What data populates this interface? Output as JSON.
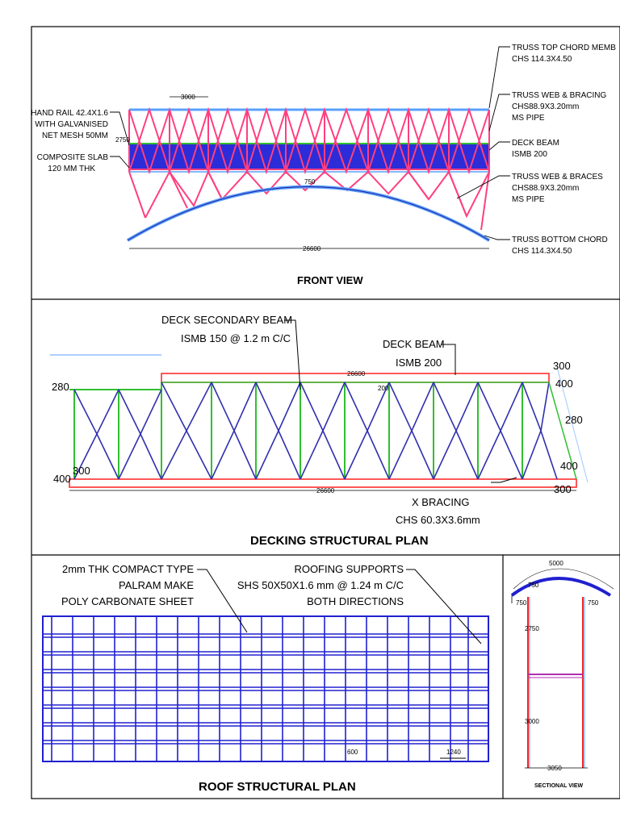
{
  "front_view": {
    "title": "FRONT VIEW",
    "labels": {
      "top_chord_1": "TRUSS TOP CHORD MEMB",
      "top_chord_2": "CHS 114.3X4.50",
      "web_bracing_1": "TRUSS WEB & BRACING",
      "web_bracing_2": "CHS88.9X3.20mm",
      "web_bracing_3": "MS PIPE",
      "deck_beam_1": "DECK BEAM",
      "deck_beam_2": "ISMB 200",
      "web_braces_1": "TRUSS WEB & BRACES",
      "web_braces_2": "CHS88.9X3.20mm",
      "web_braces_3": "MS PIPE",
      "bottom_chord_1": "TRUSS BOTTOM CHORD",
      "bottom_chord_2": "CHS 114.3X4.50",
      "hand_rail_1": "HAND RAIL 42.4X1.6",
      "hand_rail_2": "WITH GALVANISED",
      "hand_rail_3": "NET MESH 50MM",
      "slab_1": "COMPOSITE SLAB",
      "slab_2": "120 MM THK"
    },
    "dims": {
      "panel": "3000",
      "height": "2750",
      "arch": "750",
      "span": "26600"
    }
  },
  "decking_plan": {
    "title": "DECKING STRUCTURAL PLAN",
    "labels": {
      "secondary_1": "DECK SECONDARY BEAM",
      "secondary_2": "ISMB 150 @ 1.2 m C/C",
      "deck_beam_1": "DECK BEAM",
      "deck_beam_2": "ISMB 200",
      "x_bracing_1": "X BRACING",
      "x_bracing_2": "CHS 60.3X3.6mm"
    },
    "dims": {
      "d280_left": "280",
      "d300_tr": "300",
      "d400_tr": "400",
      "d280_right": "280",
      "d400_br": "400",
      "d300_br": "300",
      "d300_bl": "300",
      "d400_bl": "400",
      "span": "26600",
      "small_a": "26600",
      "small_b": "200"
    }
  },
  "roof_plan": {
    "title": "ROOF STRUCTURAL PLAN",
    "labels": {
      "sheet_1": "2mm THK COMPACT TYPE",
      "sheet_2": "PALRAM MAKE",
      "sheet_3": "POLY CARBONATE SHEET",
      "supports_1": "ROOFING SUPPORTS",
      "supports_2": "SHS 50X50X1.6 mm @ 1.24 m C/C",
      "supports_3": "BOTH DIRECTIONS"
    },
    "dims": {
      "d600": "600",
      "d1240": "1240"
    }
  },
  "section": {
    "title": "SECTIONAL VIEW",
    "dims": {
      "top": "5000",
      "a750": "750",
      "l750": "750",
      "r750": "750",
      "h2750": "2750",
      "h3000": "3000",
      "w3050": "3050"
    }
  },
  "colors": {
    "truss": "#ff3f7f",
    "chord": "#5aa0ff",
    "deck": "#2020d0",
    "green": "#30c030",
    "red": "#ff2020",
    "bracing": "#3030b0"
  }
}
